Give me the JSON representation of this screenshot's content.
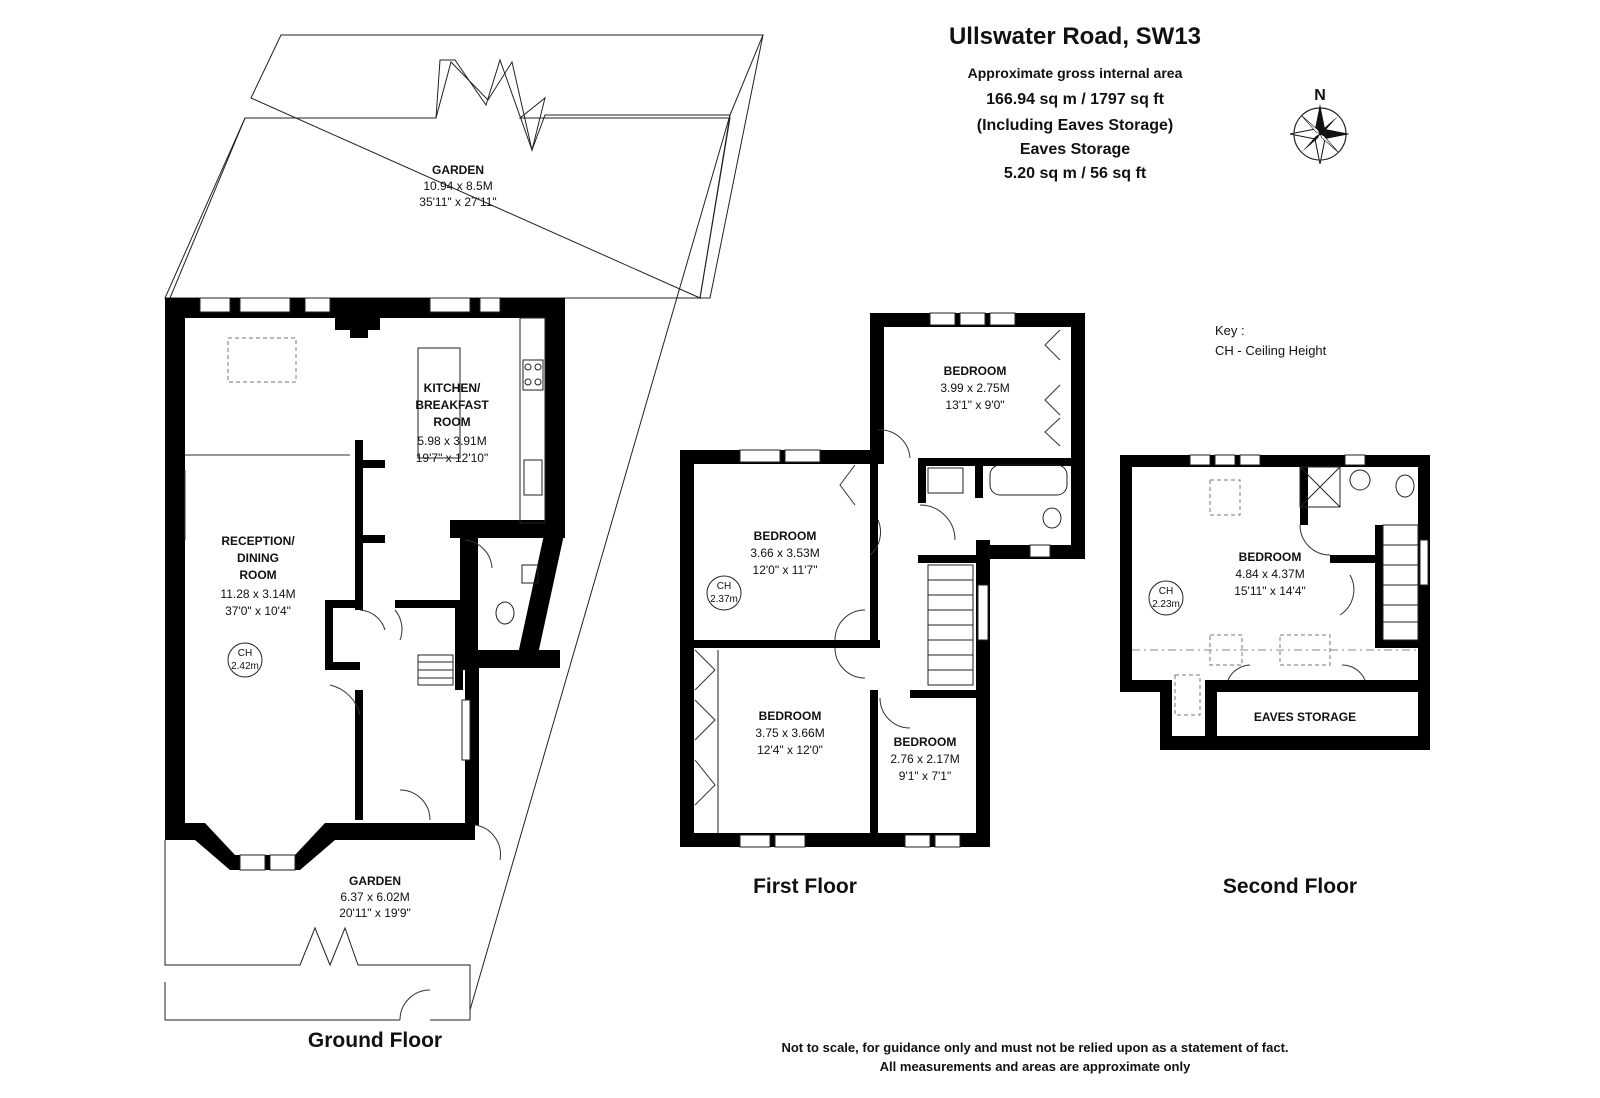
{
  "header": {
    "title": "Ullswater Road, SW13",
    "area_label": "Approximate gross internal area",
    "area_total": "166.94 sq m / 1797 sq ft",
    "area_note": "(Including Eaves Storage)",
    "eaves_label": "Eaves Storage",
    "eaves_area": "5.20 sq m / 56 sq ft"
  },
  "compass": {
    "label": "N"
  },
  "key": {
    "title": "Key :",
    "entry": "CH - Ceiling Height"
  },
  "ground_floor": {
    "label": "Ground Floor",
    "garden_rear": {
      "name": "GARDEN",
      "metric": "10.94 x 8.5M",
      "imperial": "35'11\" x 27'11\""
    },
    "kitchen": {
      "name1": "KITCHEN/",
      "name2": "BREAKFAST",
      "name3": "ROOM",
      "metric": "5.98 x 3.91M",
      "imperial": "19'7\" x 12'10\""
    },
    "reception": {
      "name1": "RECEPTION/",
      "name2": "DINING",
      "name3": "ROOM",
      "metric": "11.28 x 3.14M",
      "imperial": "37'0\" x 10'4\"",
      "ch_label": "CH",
      "ch_value": "2.42m"
    },
    "garden_front": {
      "name": "GARDEN",
      "metric": "6.37 x 6.02M",
      "imperial": "20'11\" x 19'9\""
    }
  },
  "first_floor": {
    "label": "First Floor",
    "bedroom_top": {
      "name": "BEDROOM",
      "metric": "3.99 x 2.75M",
      "imperial": "13'1\" x 9'0\""
    },
    "bedroom_left": {
      "name": "BEDROOM",
      "metric": "3.66 x 3.53M",
      "imperial": "12'0\" x 11'7\"",
      "ch_label": "CH",
      "ch_value": "2.37m"
    },
    "bedroom_bottom": {
      "name": "BEDROOM",
      "metric": "3.75 x 3.66M",
      "imperial": "12'4\" x 12'0\""
    },
    "bedroom_small": {
      "name": "BEDROOM",
      "metric": "2.76 x 2.17M",
      "imperial": "9'1\" x 7'1\""
    }
  },
  "second_floor": {
    "label": "Second Floor",
    "bedroom": {
      "name": "BEDROOM",
      "metric": "4.84 x 4.37M",
      "imperial": "15'11\" x 14'4\"",
      "ch_label": "CH",
      "ch_value": "2.23m"
    },
    "eaves": {
      "name": "EAVES STORAGE"
    }
  },
  "disclaimer": {
    "line1": "Not to scale, for guidance only and must not be relied upon as a statement of fact.",
    "line2": "All measurements and areas are approximate only"
  }
}
